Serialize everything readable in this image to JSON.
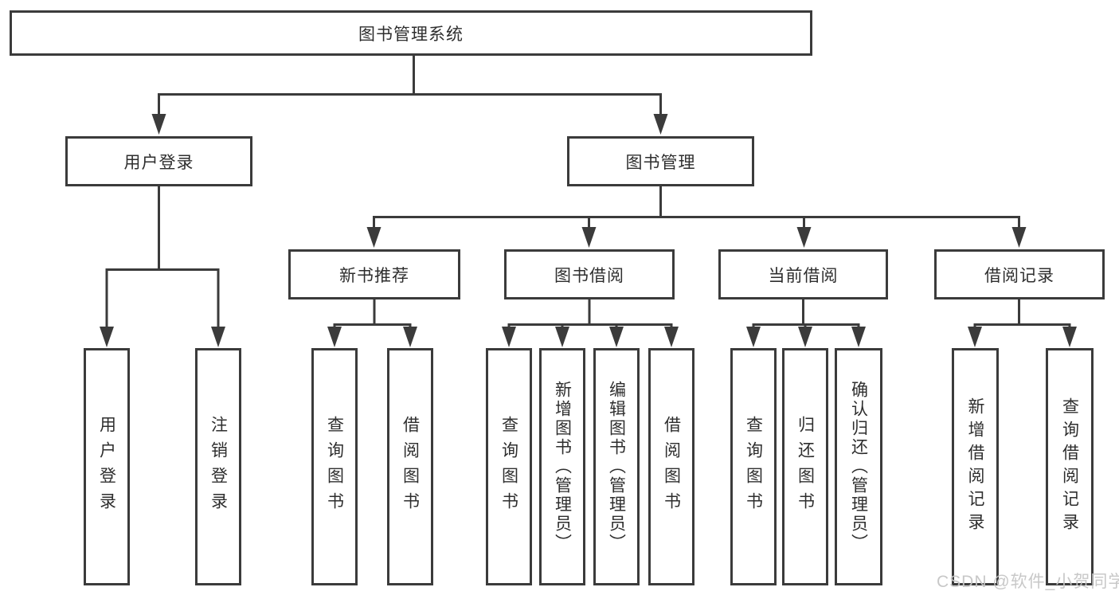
{
  "tree": {
    "root": {
      "label": "图书管理系统"
    },
    "branches": [
      {
        "label": "用户登录",
        "children": [
          {
            "label": "用户登录"
          },
          {
            "label": "注销登录"
          }
        ]
      },
      {
        "label": "图书管理",
        "children": [
          {
            "label": "新书推荐",
            "children": [
              {
                "label": "查询图书"
              },
              {
                "label": "借阅图书"
              }
            ]
          },
          {
            "label": "图书借阅",
            "children": [
              {
                "label": "查询图书"
              },
              {
                "label": "新增图书（管理员）"
              },
              {
                "label": "编辑图书（管理员）"
              },
              {
                "label": "借阅图书"
              }
            ]
          },
          {
            "label": "当前借阅",
            "children": [
              {
                "label": "查询图书"
              },
              {
                "label": "归还图书"
              },
              {
                "label": "确认归还（管理员）"
              }
            ]
          },
          {
            "label": "借阅记录",
            "children": [
              {
                "label": "新增借阅记录"
              },
              {
                "label": "查询借阅记录"
              }
            ]
          }
        ]
      }
    ]
  },
  "watermark": "CSDN @软件_小贺同学",
  "colors": {
    "line": "#3b3b3b",
    "text": "#2e2e2e",
    "watermark": "#c5c5c5",
    "background": "#ffffff"
  }
}
